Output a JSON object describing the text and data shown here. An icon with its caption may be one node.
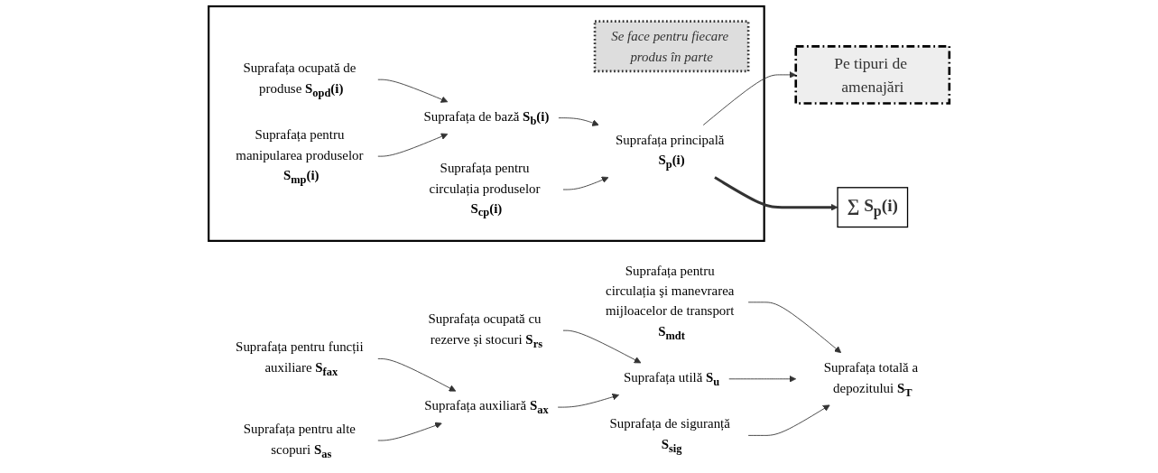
{
  "diagram": {
    "nodes": [
      {
        "text": [],
        "shape": "box"
      },
      {
        "text": [
          "Suprafața ocupată de produse **S$_{opd}$(i)**"
        ],
        "in": 0
      },
      {
        "text": [
          "Suprafața pentru manipularea produselor **S$_{mp}$(i)**"
        ],
        "in": 0
      },
      {
        "text": [
          "Se face pentru fiecare produs în parte"
        ],
        "in": 0
      },
      {
        "text": [
          "Suprafața de bază **S$_{b}$(i)**"
        ],
        "in": 0
      },
      {
        "text": [
          "Suprafața pentru circulația produselor **S$_{cp}$(i)**"
        ],
        "in": 0
      },
      {
        "text": [
          "Suprafața principală **S$_{p}$(i)**"
        ],
        "in": 0
      },
      {
        "text": [
          "Pe tipuri de amenajări"
        ]
      },
      {
        "text": [
          "**∑ S$_{p}$(i)**"
        ]
      },
      {
        "text": [
          "Suprafața ocupată cu rezerve și stocuri **S$_{rs}$**"
        ]
      },
      {
        "text": [
          "Suprafața pentru funcții auxiliare **S$_{fax}$**"
        ]
      },
      {
        "text": [
          "Suprafața pentru alte scopuri **S$_{as}$**"
        ]
      },
      {
        "text": [
          "Suprafața auxiliară **S$_{ax}$**"
        ]
      },
      {
        "text": [
          "Suprafața pentru circulația şi manevrarea mijloacelor de transport **S$_{mdt}$**"
        ]
      },
      {
        "text": [
          "Suprafața utilă **S$_{u}$**"
        ]
      },
      {
        "text": [
          "Suprafața de siguranță **S$_{sig}$**"
        ]
      },
      {
        "text": [
          "Suprafața totală a depozitului **S$_{T}$**"
        ]
      }
    ],
    "edges": [
      {
        "from": 1,
        "to": 4,
        "arrow": "to"
      },
      {
        "from": 2,
        "to": 4,
        "arrow": "to"
      },
      {
        "from": 4,
        "to": 6,
        "arrow": "to"
      },
      {
        "from": 5,
        "to": 6,
        "arrow": "to"
      },
      {
        "from": 6,
        "to": 7,
        "arrow": "to"
      },
      {
        "from": 6,
        "to": 8,
        "arrow": "to",
        "style": "thick"
      },
      {
        "from": 9,
        "to": 14,
        "arrow": "to"
      },
      {
        "from": 10,
        "to": 12,
        "arrow": "to"
      },
      {
        "from": 11,
        "to": 12,
        "arrow": "to"
      },
      {
        "from": 12,
        "to": 14,
        "arrow": "to"
      },
      {
        "from": 13,
        "to": 16,
        "arrow": "to"
      },
      {
        "from": 14,
        "to": 16,
        "arrow": "to"
      },
      {
        "from": 15,
        "to": 16,
        "arrow": "to"
      }
    ]
  }
}
